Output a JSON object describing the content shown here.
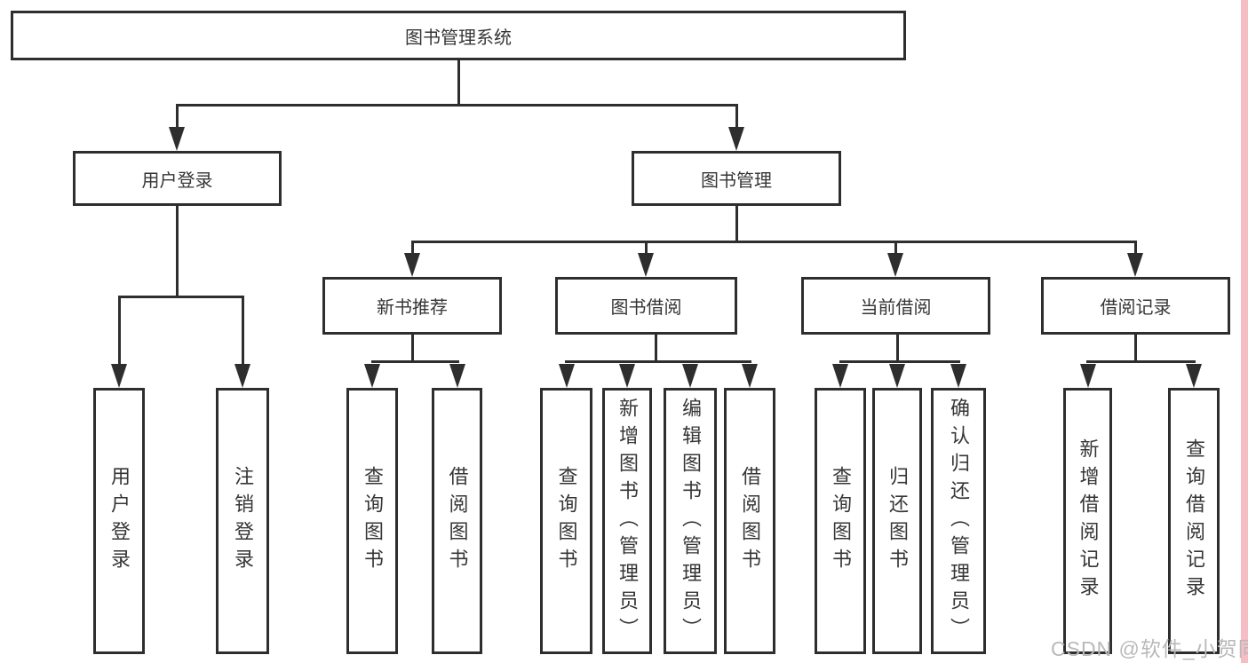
{
  "tree": {
    "root": {
      "label": "图书管理系统"
    },
    "branches": [
      {
        "label": "用户登录",
        "children": [
          {
            "label": "用户登录"
          },
          {
            "label": "注销登录"
          }
        ]
      },
      {
        "label": "图书管理",
        "children": [
          {
            "label": "新书推荐",
            "children": [
              {
                "label": "查询图书"
              },
              {
                "label": "借阅图书"
              }
            ]
          },
          {
            "label": "图书借阅",
            "children": [
              {
                "label": "查询图书"
              },
              {
                "label": "新增图书（管理员）"
              },
              {
                "label": "编辑图书（管理员）"
              },
              {
                "label": "借阅图书"
              }
            ]
          },
          {
            "label": "当前借阅",
            "children": [
              {
                "label": "查询图书"
              },
              {
                "label": "归还图书"
              },
              {
                "label": "确认归还（管理员）"
              }
            ]
          },
          {
            "label": "借阅记录",
            "children": [
              {
                "label": "新增借阅记录"
              },
              {
                "label": "查询借阅记录"
              }
            ]
          }
        ]
      }
    ]
  },
  "watermark": {
    "text": "CSDN @软件_小贺同学",
    "color": "#b9b9b9",
    "accent_color": "#f6bdc5"
  },
  "colors": {
    "line": "#2e2e2e",
    "text": "#363636",
    "background": "#ffffff"
  }
}
